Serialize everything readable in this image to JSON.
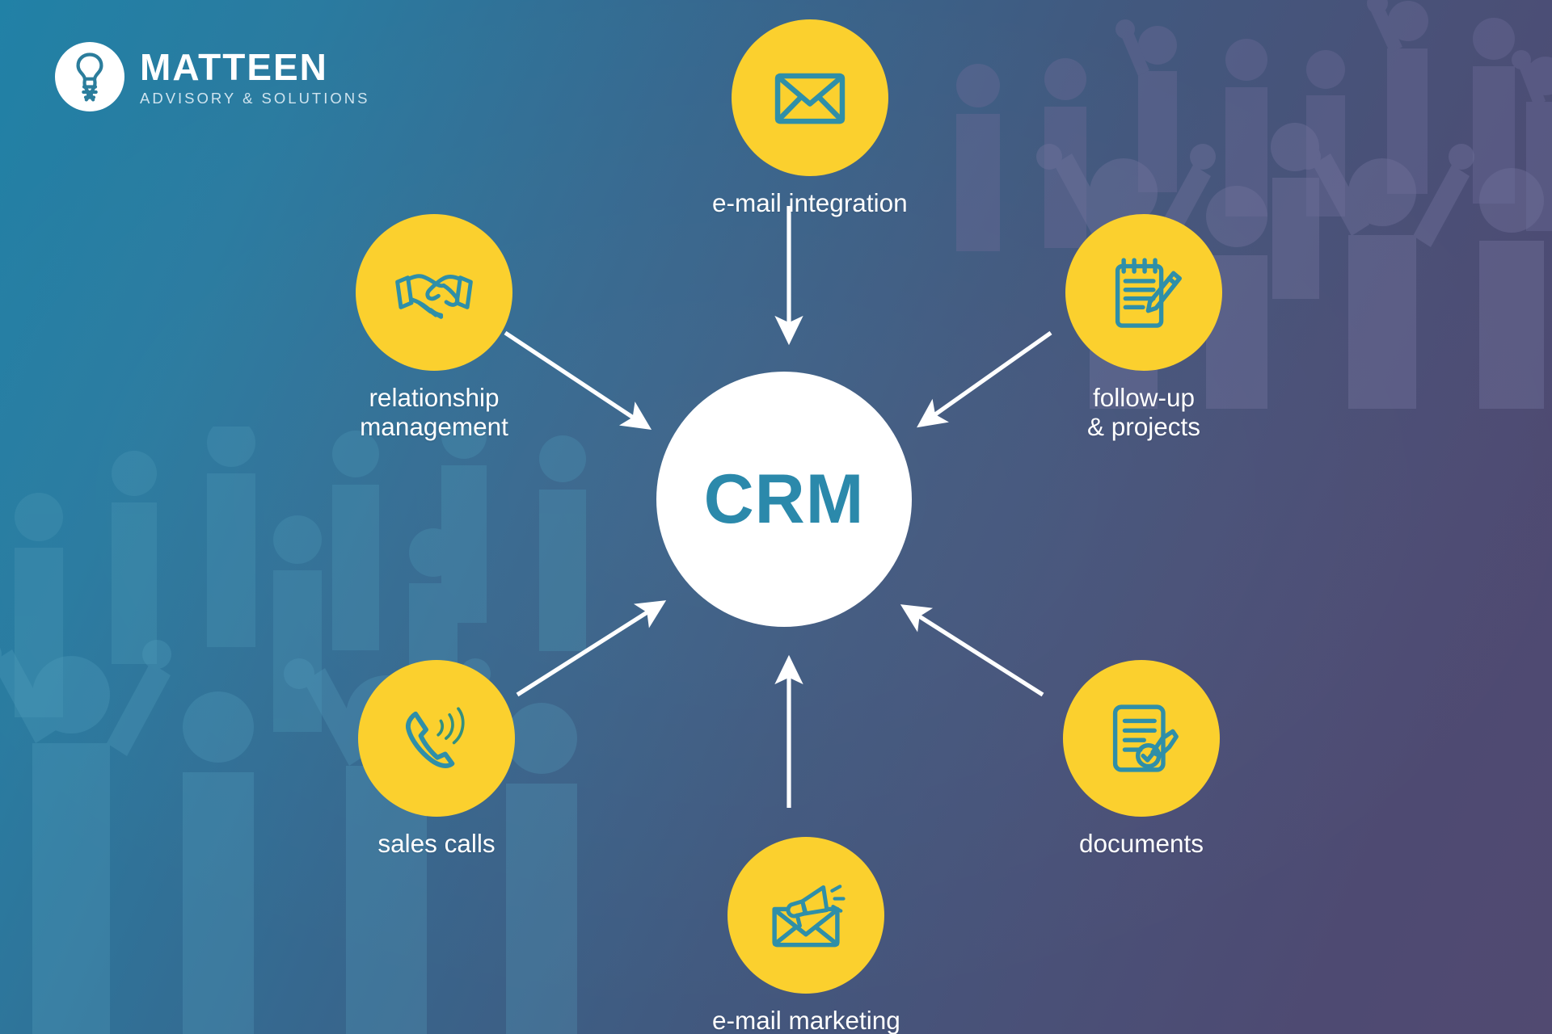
{
  "brand": {
    "name": "MATTEEN",
    "tagline": "ADVISORY & SOLUTIONS",
    "mark_icon": "lightbulb-dna-icon"
  },
  "hub": {
    "label": "CRM",
    "shape": "circle",
    "fill": "#ffffff",
    "text_color": "#2b89ab"
  },
  "theme": {
    "node_fill": "#fbd02e",
    "icon_stroke": "#2f8fa8",
    "arrow_color": "#ffffff",
    "label_color": "#ffffff",
    "bg_from": "#2181a6",
    "bg_to": "#514a71"
  },
  "diagram": {
    "type": "hub-and-spoke",
    "arrow_direction": "inward",
    "nodes": [
      {
        "id": "email-integration",
        "label": "e-mail integration",
        "icon": "envelope-icon",
        "position": "top",
        "angle_deg": 90
      },
      {
        "id": "relationship-management",
        "label": "relationship\nmanagement",
        "icon": "handshake-icon",
        "position": "upper-left",
        "angle_deg": 150
      },
      {
        "id": "follow-up",
        "label": "follow-up\n& projects",
        "icon": "notepad-pencil-icon",
        "position": "upper-right",
        "angle_deg": 30
      },
      {
        "id": "sales-calls",
        "label": "sales calls",
        "icon": "phone-waves-icon",
        "position": "lower-left",
        "angle_deg": 210
      },
      {
        "id": "documents",
        "label": "documents",
        "icon": "document-stamp-icon",
        "position": "lower-right",
        "angle_deg": 330
      },
      {
        "id": "email-marketing",
        "label": "e-mail marketing",
        "icon": "megaphone-envelope-icon",
        "position": "bottom",
        "angle_deg": 270
      }
    ]
  },
  "decor": {
    "crowd_right": "people-crowd-silhouette",
    "crowd_left": "people-crowd-silhouette"
  }
}
